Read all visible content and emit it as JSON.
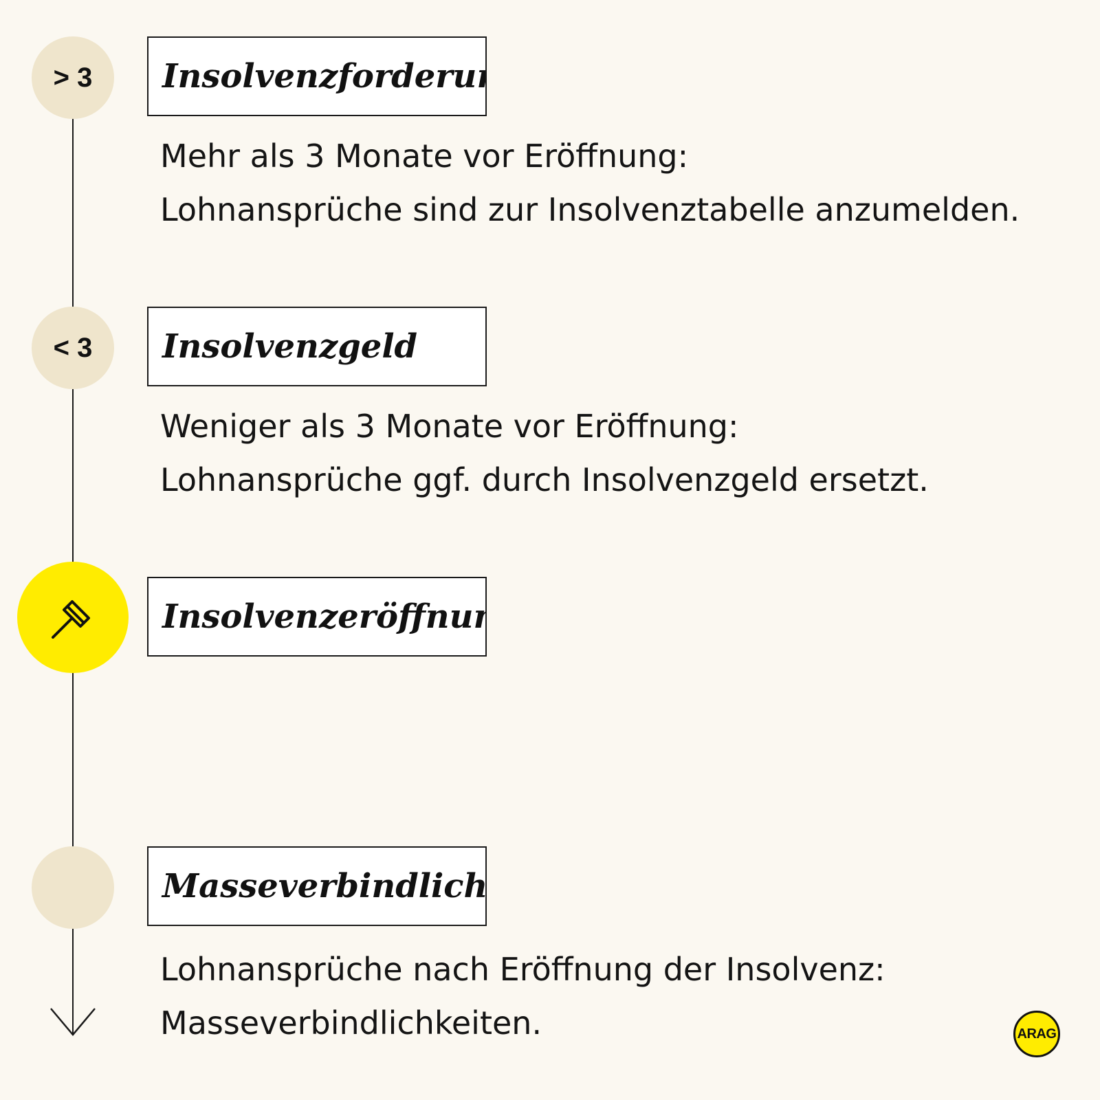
{
  "colors": {
    "background": "#fbf8f1",
    "marker_beige": "#efe5cc",
    "marker_highlight": "#ffec00",
    "line": "#1a1a1a",
    "logo": "#ffec00"
  },
  "steps": [
    {
      "marker": "> 3",
      "title": "Insolvenzforderung",
      "lines": [
        "Mehr als 3 Monate vor Eröffnung:",
        "Lohnansprüche sind zur Insolvenztabelle anzumelden."
      ]
    },
    {
      "marker": "< 3",
      "title": "Insolvenzgeld",
      "lines": [
        "Weniger als 3 Monate vor Eröffnung:",
        "Lohnansprüche ggf. durch Insolvenzgeld ersetzt."
      ]
    },
    {
      "marker_icon": "gavel-icon",
      "title": "Insolvenzeröffnung"
    },
    {
      "marker": "",
      "title": "Masseverbindlichkeit",
      "lines": [
        "Lohnansprüche nach Eröffnung der Insolvenz:",
        "Masseverbindlichkeiten."
      ]
    }
  ],
  "logo": {
    "text": "ARAG"
  }
}
